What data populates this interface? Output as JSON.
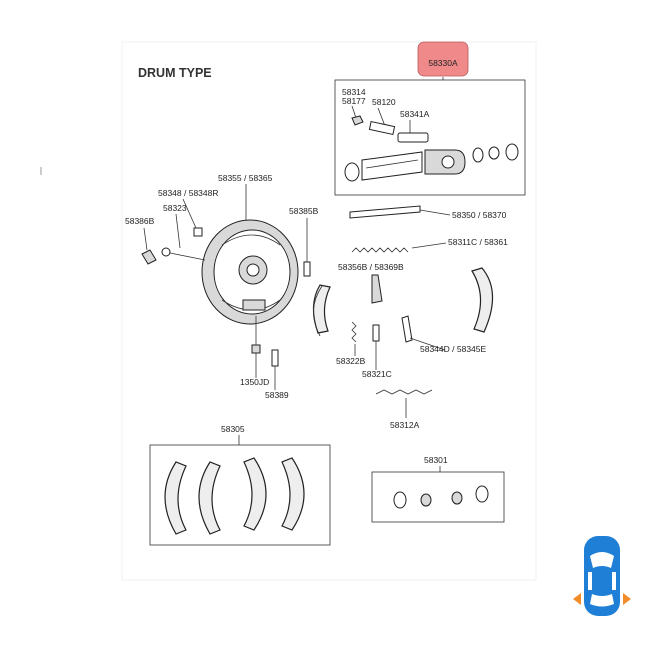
{
  "diagram": {
    "title": "DRUM TYPE",
    "highlight_color": "#f08a8a",
    "highlight_part": "58330A",
    "parts": {
      "p58330A": "58330A",
      "p58314": "58314",
      "p58177": "58177",
      "p58120": "58120",
      "p58341A": "58341A",
      "p58355_58365": "58355 / 58365",
      "p58348_58348R": "58348 / 58348R",
      "p58323": "58323",
      "p58386B_left": "58386B",
      "p58385B": "58385B",
      "p58350_58370": "58350 / 58370",
      "p58311C_58361": "58311C / 58361",
      "p58356B_58369B": "58356B / 58369B",
      "p58344D_58345E": "58344D / 58345E",
      "p58322B": "58322B",
      "p58321C": "58321C",
      "p58312A": "58312A",
      "p1350JD": "1350JD",
      "p58389": "58389",
      "p58305": "58305",
      "p58301": "58301"
    }
  },
  "widget": {
    "icon": "car-top-view-icon",
    "body_color": "#1f7fd6",
    "arrow_color": "#f28c28"
  }
}
